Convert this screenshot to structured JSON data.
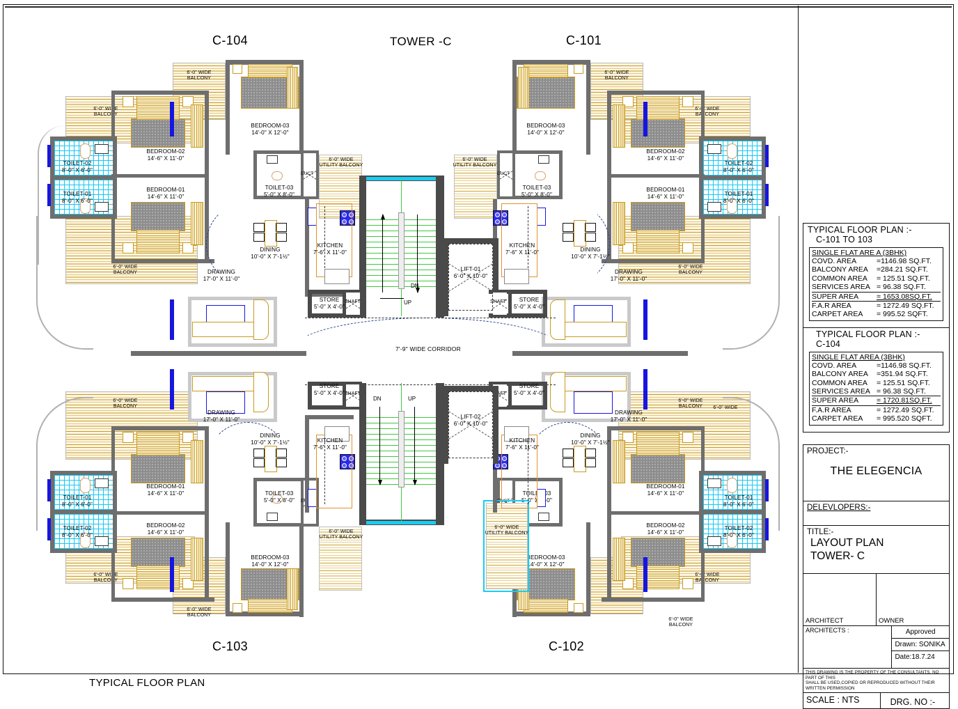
{
  "drawing": {
    "tower_label": "TOWER -C",
    "corridor_label": "7'-9\" WIDE CORRIDOR",
    "bottom_clipped_label": "TYPICAL FLOOR PLAN",
    "units": [
      {
        "id": "c104",
        "label": "C-104"
      },
      {
        "id": "c101",
        "label": "C-101"
      },
      {
        "id": "c103",
        "label": "C-103"
      },
      {
        "id": "c102",
        "label": "C-102"
      }
    ],
    "rooms": {
      "bedroom01": {
        "name": "BEDROOM-01",
        "size": "14'-6\" X 11'-0\""
      },
      "bedroom02": {
        "name": "BEDROOM-02",
        "size": "14'-6\" X 11'-0\""
      },
      "bedroom03": {
        "name": "BEDROOM-03",
        "size": "14'-0\" X 12'-0\""
      },
      "toilet01": {
        "name": "TOILET-01",
        "size": "8'-0\" X 6'-0\""
      },
      "toilet02": {
        "name": "TOILET-02",
        "size": "8'-0\" X 6'-0\""
      },
      "toilet03": {
        "name": "TOILET-03",
        "size": "5'-0\" X 8'-0\""
      },
      "drawing": {
        "name": "DRAWING",
        "size": "17'-0\" X 11'-0\""
      },
      "dining": {
        "name": "DINING",
        "size": "10'-0\" X 7'-1½\""
      },
      "kitchen": {
        "name": "KITCHEN",
        "size": "7'-6\" X 11'-0\""
      },
      "store": {
        "name": "STORE",
        "size": "5'-0\" X 4'-0\""
      },
      "lift01": {
        "name": "LIFT-01",
        "size": "6'-0\" X 10'-0\""
      },
      "lift02": {
        "name": "LIFT-02",
        "size": "6'-0\" X 10'-0\""
      },
      "shaft": {
        "name": "SHAFT",
        "size": ""
      },
      "duct": {
        "name": "DUCT",
        "size": ""
      }
    },
    "balcony_label": "6'-0\" WIDE\nBALCONY",
    "balcony_l1": "6'-0\" WIDE",
    "balcony_l2": "BALCONY",
    "utility_l1": "6'-0\" WIDE",
    "utility_l2": "UTILITY BALCONY",
    "stair_up": "UP",
    "stair_dn": "DN"
  },
  "titleblock": {
    "plan_a": {
      "heading1": "TYPICAL FLOOR PLAN :-",
      "heading2": "C-101 TO 103",
      "box_header": "SINGLE FLAT ARE A (3BHK)",
      "rows": [
        {
          "k": "COVD. AREA",
          "v": "=1146.98 SQ.FT."
        },
        {
          "k": "BALCONY AREA",
          "v": "=284.21 SQ.FT."
        },
        {
          "k": "COMMON AREA",
          "v": "= 125.51 SQ.FT."
        },
        {
          "k": "SERVICES AREA",
          "v": "= 96.38 SQ.FT."
        },
        {
          "k": "SUPER AREA",
          "v": "= 1653.08SQ.FT."
        },
        {
          "k": "F.A.R AREA",
          "v": "= 1272.49 SQ.FT."
        },
        {
          "k": "CARPET AREA",
          "v": "= 995.52 SQFT."
        }
      ]
    },
    "plan_b": {
      "heading1": "TYPICAL FLOOR PLAN :-",
      "heading2": "C-104",
      "box_header": "SINGLE FLAT AREA (3BHK)",
      "rows": [
        {
          "k": "COVD. AREA",
          "v": "=1146.98 SQ.FT."
        },
        {
          "k": "BALCONY AREA",
          "v": "=351.94 SQ.FT."
        },
        {
          "k": "COMMON AREA",
          "v": "= 125.51 SQ.FT."
        },
        {
          "k": "SERVICES AREA",
          "v": "= 96.38 SQ.FT."
        },
        {
          "k": "SUPER AREA",
          "v": "= 1720.81SQ.FT."
        },
        {
          "k": "F.A.R AREA",
          "v": "= 1272.49 SQ.FT."
        },
        {
          "k": "CARPET AREA",
          "v": "= 995.520 SQFT."
        }
      ]
    },
    "project_label": "PROJECT:-",
    "project_name": "THE ELEGENCIA",
    "developers_label": "DELEVLOPERS:-",
    "title_label": "TITLE:-",
    "title_line1": "LAYOUT PLAN",
    "title_line2": "TOWER- C",
    "architect_label": "ARCHITECT",
    "owner_label": "OWNER",
    "architects_label": "ARCHITECTS :",
    "approved": "Approved",
    "drawn": "Drawn: SONIKA",
    "date": "Date:18.7.24",
    "legal1": "THIS DRAWING IS THE PROPERTY OF THE CONSULTANTS. NO PART OF THIS",
    "legal2": "SHALL BE USED,COPIED  OR REPRODUCED WITHOUT THEIR WRITTEN PERMISSION",
    "scale": "SCALE : NTS",
    "drg_no": "DRG. NO :-"
  },
  "colors": {
    "wall": "#6e6e6e",
    "wall_dark": "#4a4a4a",
    "balcony_hatch": "#c79b2a",
    "tile_cyan": "#12c8f5",
    "furniture_gold": "#c89a20",
    "window_blue": "#1616e0",
    "stair_green": "#3ec93e",
    "highlight_cyan": "#18cdf2"
  }
}
